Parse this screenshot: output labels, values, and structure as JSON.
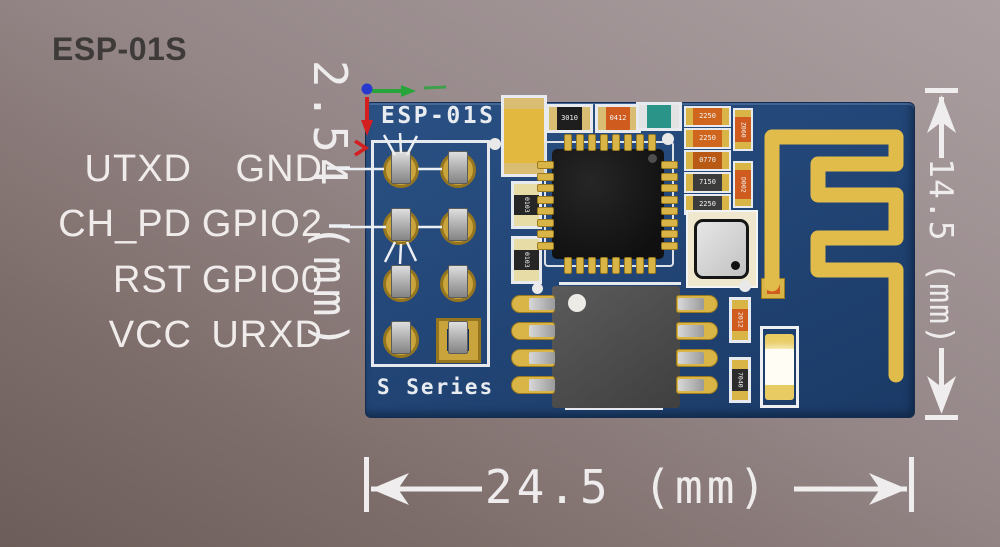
{
  "title": "ESP-01S",
  "pin_labels": [
    {
      "left": "UTXD",
      "right": "GND"
    },
    {
      "left": "CH_PD",
      "right": "GPIO2"
    },
    {
      "left": "RST",
      "right": "GPIO0"
    },
    {
      "left": "VCC",
      "right": "URXD"
    }
  ],
  "board": {
    "silkscreen_name": "ESP-01S",
    "silkscreen_series": "S Series"
  },
  "dimensions": {
    "pin_pitch": "2.54 (mm)",
    "board_height": "14.5 (mm)",
    "board_width": "24.5 (mm)"
  },
  "components": {
    "markings": {
      "top_r1": "3010",
      "top_r2": "0412",
      "stack": [
        "2250",
        "2250",
        "0770",
        "7150",
        "2250"
      ],
      "side_r1": "Z060",
      "side_r2": "D002",
      "left_r1": "0103",
      "left_r2": "0103",
      "bottom_r1": "2012",
      "bottom_r2": "7040"
    }
  },
  "colors": {
    "pcb": "#224677",
    "gold": "#d9b547",
    "silkscreen": "#e8ecf1",
    "background_light": "#ab9fa1",
    "background_dark": "#6d5d5a",
    "axis_x": "#27a53a",
    "axis_y": "#d31f1f",
    "origin": "#2839cf"
  }
}
